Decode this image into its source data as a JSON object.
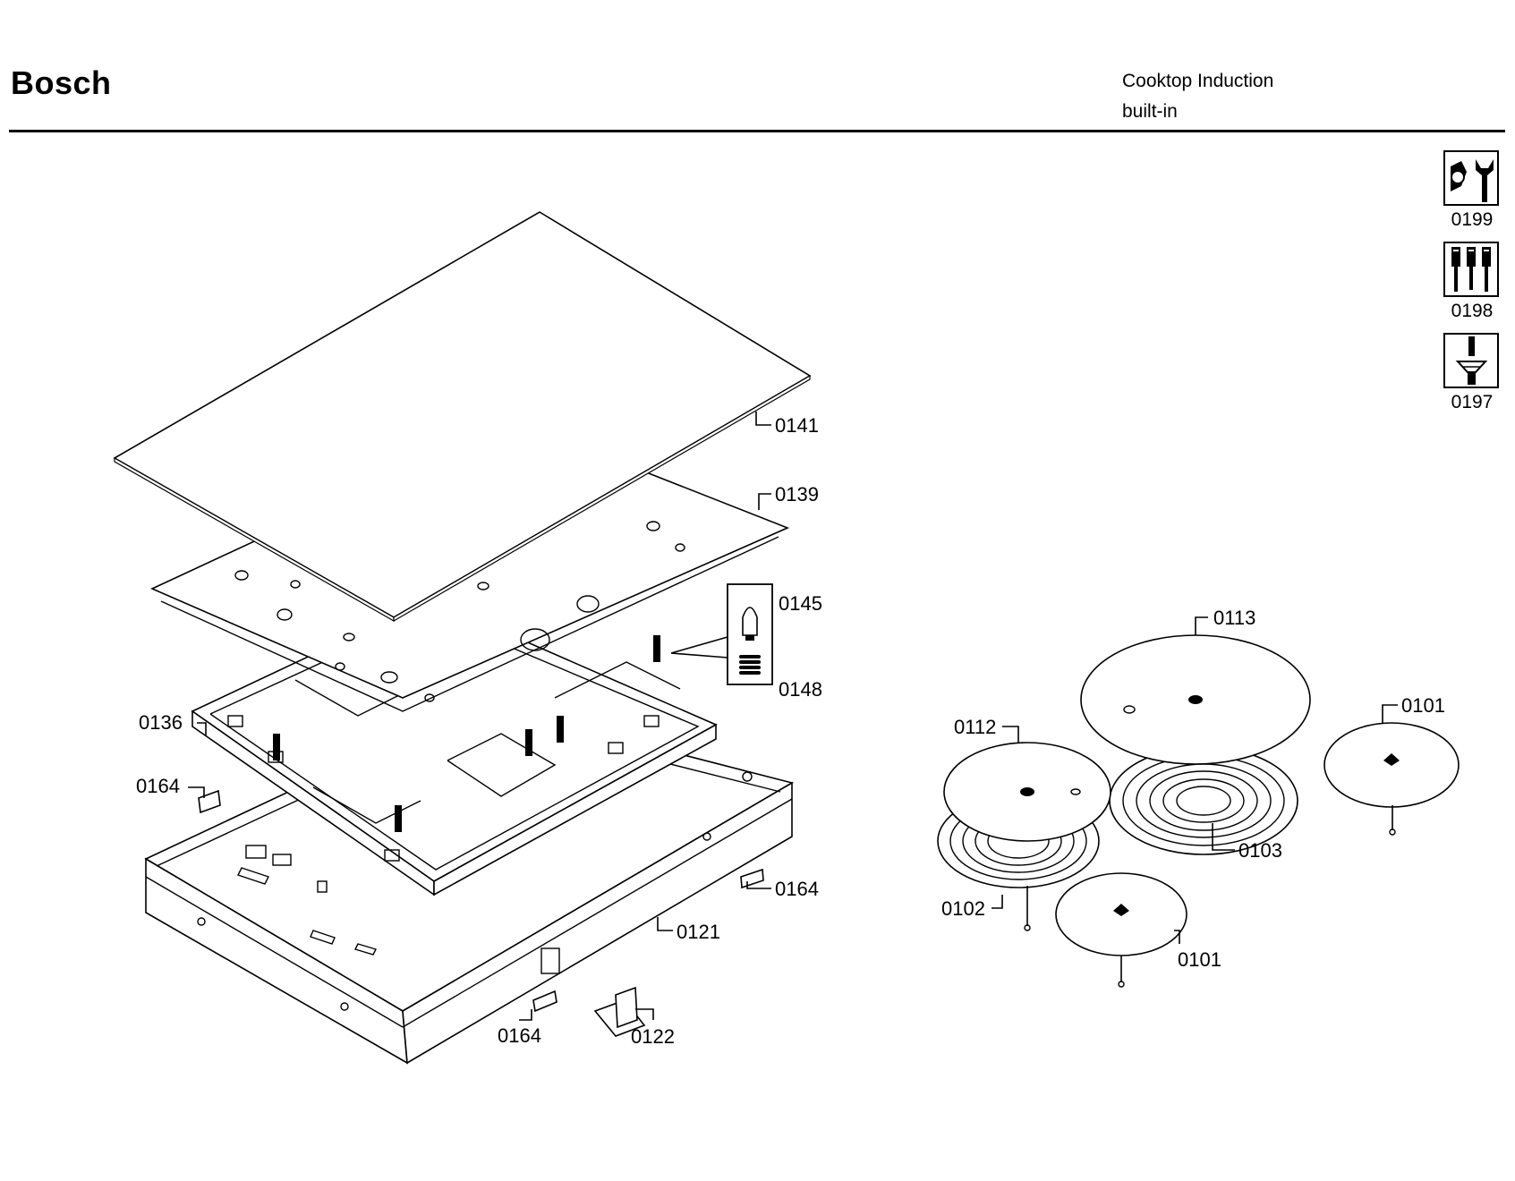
{
  "header": {
    "brand": "Bosch",
    "product_line1": "Cooktop Induction",
    "product_line2": "built-in"
  },
  "tools": [
    {
      "number": "0199",
      "icon": "nut-wrench-icon"
    },
    {
      "number": "0198",
      "icon": "screwdrivers-icon"
    },
    {
      "number": "0197",
      "icon": "screw-insertion-icon"
    }
  ],
  "parts": {
    "p0141": "0141",
    "p0139": "0139",
    "p0145": "0145",
    "p0148": "0148",
    "p0136": "0136",
    "p0164a": "0164",
    "p0164b": "0164",
    "p0164c": "0164",
    "p0121": "0121",
    "p0122": "0122",
    "p0113": "0113",
    "p0112": "0112",
    "p0101a": "0101",
    "p0101b": "0101",
    "p0103": "0103",
    "p0102": "0102"
  }
}
